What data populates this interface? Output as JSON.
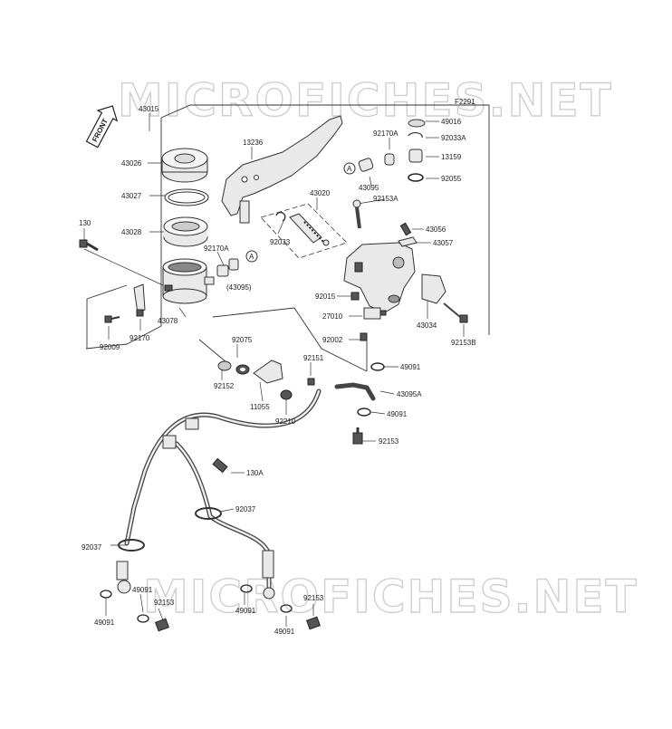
{
  "watermark": "MICROFICHES.NET",
  "figure_code": "F2291",
  "front_marker": "FRONT",
  "callout_ref": "A",
  "labels": [
    {
      "id": "43015",
      "text": "43015"
    },
    {
      "id": "43026",
      "text": "43026"
    },
    {
      "id": "43027",
      "text": "43027"
    },
    {
      "id": "43028",
      "text": "43028"
    },
    {
      "id": "130",
      "text": "130"
    },
    {
      "id": "92170A-l",
      "text": "92170A"
    },
    {
      "id": "43095-p",
      "text": "(43095)"
    },
    {
      "id": "43078",
      "text": "43078"
    },
    {
      "id": "92009",
      "text": "92009"
    },
    {
      "id": "92170",
      "text": "92170"
    },
    {
      "id": "13236",
      "text": "13236"
    },
    {
      "id": "43020",
      "text": "43020"
    },
    {
      "id": "92033",
      "text": "92033"
    },
    {
      "id": "92170A-r",
      "text": "92170A"
    },
    {
      "id": "43095-r",
      "text": "43095"
    },
    {
      "id": "92153A",
      "text": "92153A"
    },
    {
      "id": "49016",
      "text": "49016"
    },
    {
      "id": "92033A",
      "text": "92033A"
    },
    {
      "id": "13159",
      "text": "13159"
    },
    {
      "id": "92055",
      "text": "92055"
    },
    {
      "id": "43056",
      "text": "43056"
    },
    {
      "id": "43057",
      "text": "43057"
    },
    {
      "id": "92015",
      "text": "92015"
    },
    {
      "id": "27010",
      "text": "27010"
    },
    {
      "id": "92002",
      "text": "92002"
    },
    {
      "id": "43034",
      "text": "43034"
    },
    {
      "id": "92153B",
      "text": "92153B"
    },
    {
      "id": "92075",
      "text": "92075"
    },
    {
      "id": "92152",
      "text": "92152"
    },
    {
      "id": "92151",
      "text": "92151"
    },
    {
      "id": "11055",
      "text": "11055"
    },
    {
      "id": "92210",
      "text": "92210"
    },
    {
      "id": "49091-a",
      "text": "49091"
    },
    {
      "id": "43095A",
      "text": "43095A"
    },
    {
      "id": "49091-b",
      "text": "49091"
    },
    {
      "id": "92153-a",
      "text": "92153"
    },
    {
      "id": "130A",
      "text": "130A"
    },
    {
      "id": "92037-a",
      "text": "92037"
    },
    {
      "id": "92037-b",
      "text": "92037"
    },
    {
      "id": "49091-c",
      "text": "49091"
    },
    {
      "id": "49091-d",
      "text": "49091"
    },
    {
      "id": "92153-b",
      "text": "92153"
    },
    {
      "id": "49091-e",
      "text": "49091"
    },
    {
      "id": "92153-c",
      "text": "92153"
    },
    {
      "id": "49091-f",
      "text": "49091"
    }
  ]
}
